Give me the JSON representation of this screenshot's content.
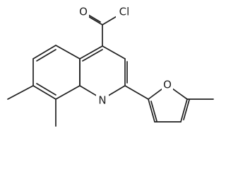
{
  "diagram": {
    "type": "chemical-structure",
    "atom_labels": {
      "carbonyl_oxygen": "O",
      "chlorine": "Cl",
      "ring_nitrogen": "N",
      "furan_oxygen": "O"
    }
  }
}
